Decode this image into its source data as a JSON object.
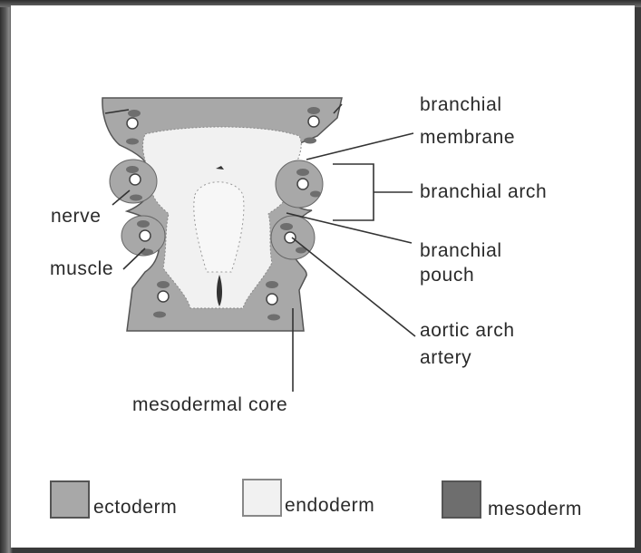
{
  "labels": {
    "branchial_membrane_1": "branchial",
    "branchial_membrane_2": "membrane",
    "branchial_arch": "branchial arch",
    "nerve": "nerve",
    "muscle": "muscle",
    "branchial_pouch_1": "branchial",
    "branchial_pouch_2": "pouch",
    "aortic_arch_1": "aortic arch",
    "aortic_arch_2": "artery",
    "mesodermal_core": "mesodermal core"
  },
  "legend": [
    {
      "label": "ectoderm",
      "color": "#a8a8a8"
    },
    {
      "label": "endoderm",
      "color": "#f1f1f1"
    },
    {
      "label": "mesoderm",
      "color": "#6e6e6e"
    }
  ],
  "colors": {
    "ectoderm": "#a8a8a8",
    "endoderm": "#f1f1f1",
    "mesoderm": "#6e6e6e",
    "line": "#333333"
  }
}
